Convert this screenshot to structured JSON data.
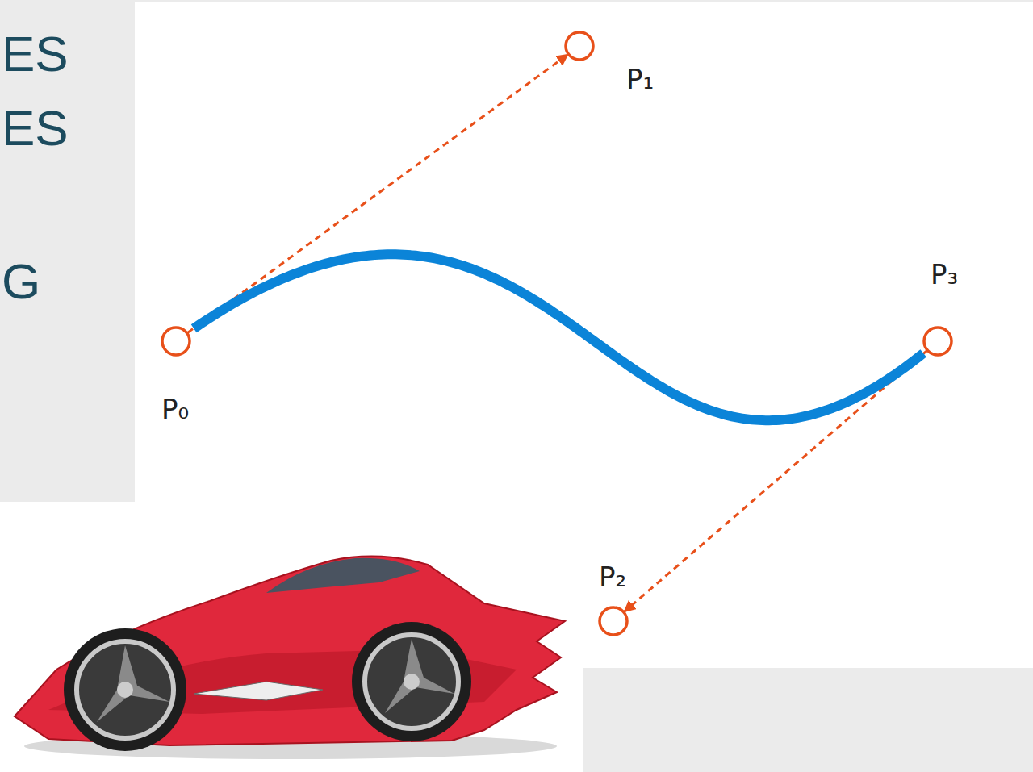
{
  "diagram": {
    "nodes": [
      {
        "text": [
          "P₀"
        ]
      },
      {
        "text": [
          "P₁"
        ]
      },
      {
        "text": [
          "P₂"
        ]
      },
      {
        "text": [
          "P₃"
        ]
      }
    ],
    "edges": [
      {
        "from": 0,
        "to": 1,
        "arrow": "to"
      },
      {
        "from": 3,
        "to": 2,
        "arrow": "to"
      },
      {
        "from": 0,
        "to": 3,
        "arrow": "none"
      }
    ],
    "labels": [
      "ES",
      "ES",
      "G"
    ]
  }
}
